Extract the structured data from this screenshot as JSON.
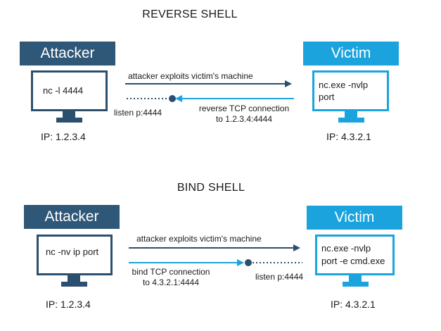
{
  "colors": {
    "attacker": "#2f5778",
    "attacker_dark": "#2b4f6f",
    "victim": "#1aa3dd",
    "arrow": "#2b4f6f"
  },
  "reverse": {
    "title": "REVERSE SHELL",
    "attacker": {
      "label": "Attacker",
      "command": "nc -l 4444",
      "ip": "IP: 1.2.3.4"
    },
    "victim": {
      "label": "Victim",
      "command_lines": [
        "nc.exe -nvlp",
        "port"
      ],
      "ip": "IP: 4.3.2.1"
    },
    "exploit_label": "attacker exploits victim's machine",
    "listen_label": "listen p:4444",
    "connection_label_lines": [
      "reverse TCP connection",
      "to 1.2.3.4:4444"
    ]
  },
  "bind": {
    "title": "BIND SHELL",
    "attacker": {
      "label": "Attacker",
      "command": "nc -nv ip port",
      "ip": "IP: 1.2.3.4"
    },
    "victim": {
      "label": "Victim",
      "command_lines": [
        "nc.exe -nvlp",
        "port -e cmd.exe"
      ],
      "ip": "IP: 4.3.2.1"
    },
    "exploit_label": "attacker exploits victim's machine",
    "listen_label": "listen p:4444",
    "connection_label_lines": [
      "bind TCP connection",
      "to 4.3.2.1:4444"
    ]
  }
}
